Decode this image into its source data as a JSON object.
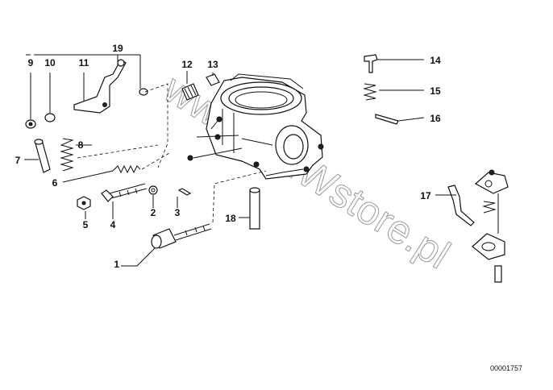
{
  "diagram": {
    "watermark": "www.BMWstore.pl",
    "drawing_number": "00001757",
    "callouts": [
      {
        "id": "c1",
        "text": "1"
      },
      {
        "id": "c2",
        "text": "2"
      },
      {
        "id": "c3",
        "text": "3"
      },
      {
        "id": "c4",
        "text": "4"
      },
      {
        "id": "c5",
        "text": "5"
      },
      {
        "id": "c6",
        "text": "6"
      },
      {
        "id": "c7",
        "text": "7"
      },
      {
        "id": "c8",
        "text": "8"
      },
      {
        "id": "c9",
        "text": "9"
      },
      {
        "id": "c10",
        "text": "10"
      },
      {
        "id": "c11",
        "text": "11"
      },
      {
        "id": "c12",
        "text": "12"
      },
      {
        "id": "c13",
        "text": "13"
      },
      {
        "id": "c14",
        "text": "14"
      },
      {
        "id": "c15",
        "text": "15"
      },
      {
        "id": "c16",
        "text": "16"
      },
      {
        "id": "c17",
        "text": "17"
      },
      {
        "id": "c18",
        "text": "18"
      },
      {
        "id": "c19",
        "text": "19"
      }
    ]
  }
}
